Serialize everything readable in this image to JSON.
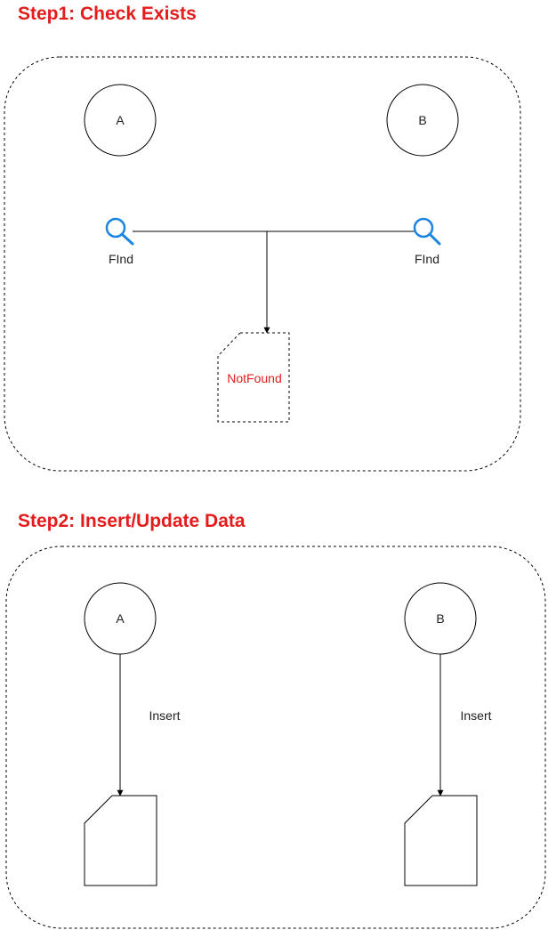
{
  "colors": {
    "title": "#e51c1c",
    "stroke": "#000000",
    "search_icon": "#1a86e0",
    "not_found": "#e51c1c",
    "text": "#222222"
  },
  "step1": {
    "title": "Step1: Check Exists",
    "node_a": "A",
    "node_b": "B",
    "find_left": "FInd",
    "find_right": "FInd",
    "result_label": "NotFound",
    "search_icon": "search-icon"
  },
  "step2": {
    "title": "Step2: Insert/Update Data",
    "node_a": "A",
    "node_b": "B",
    "insert_left": "Insert",
    "insert_right": "Insert"
  }
}
